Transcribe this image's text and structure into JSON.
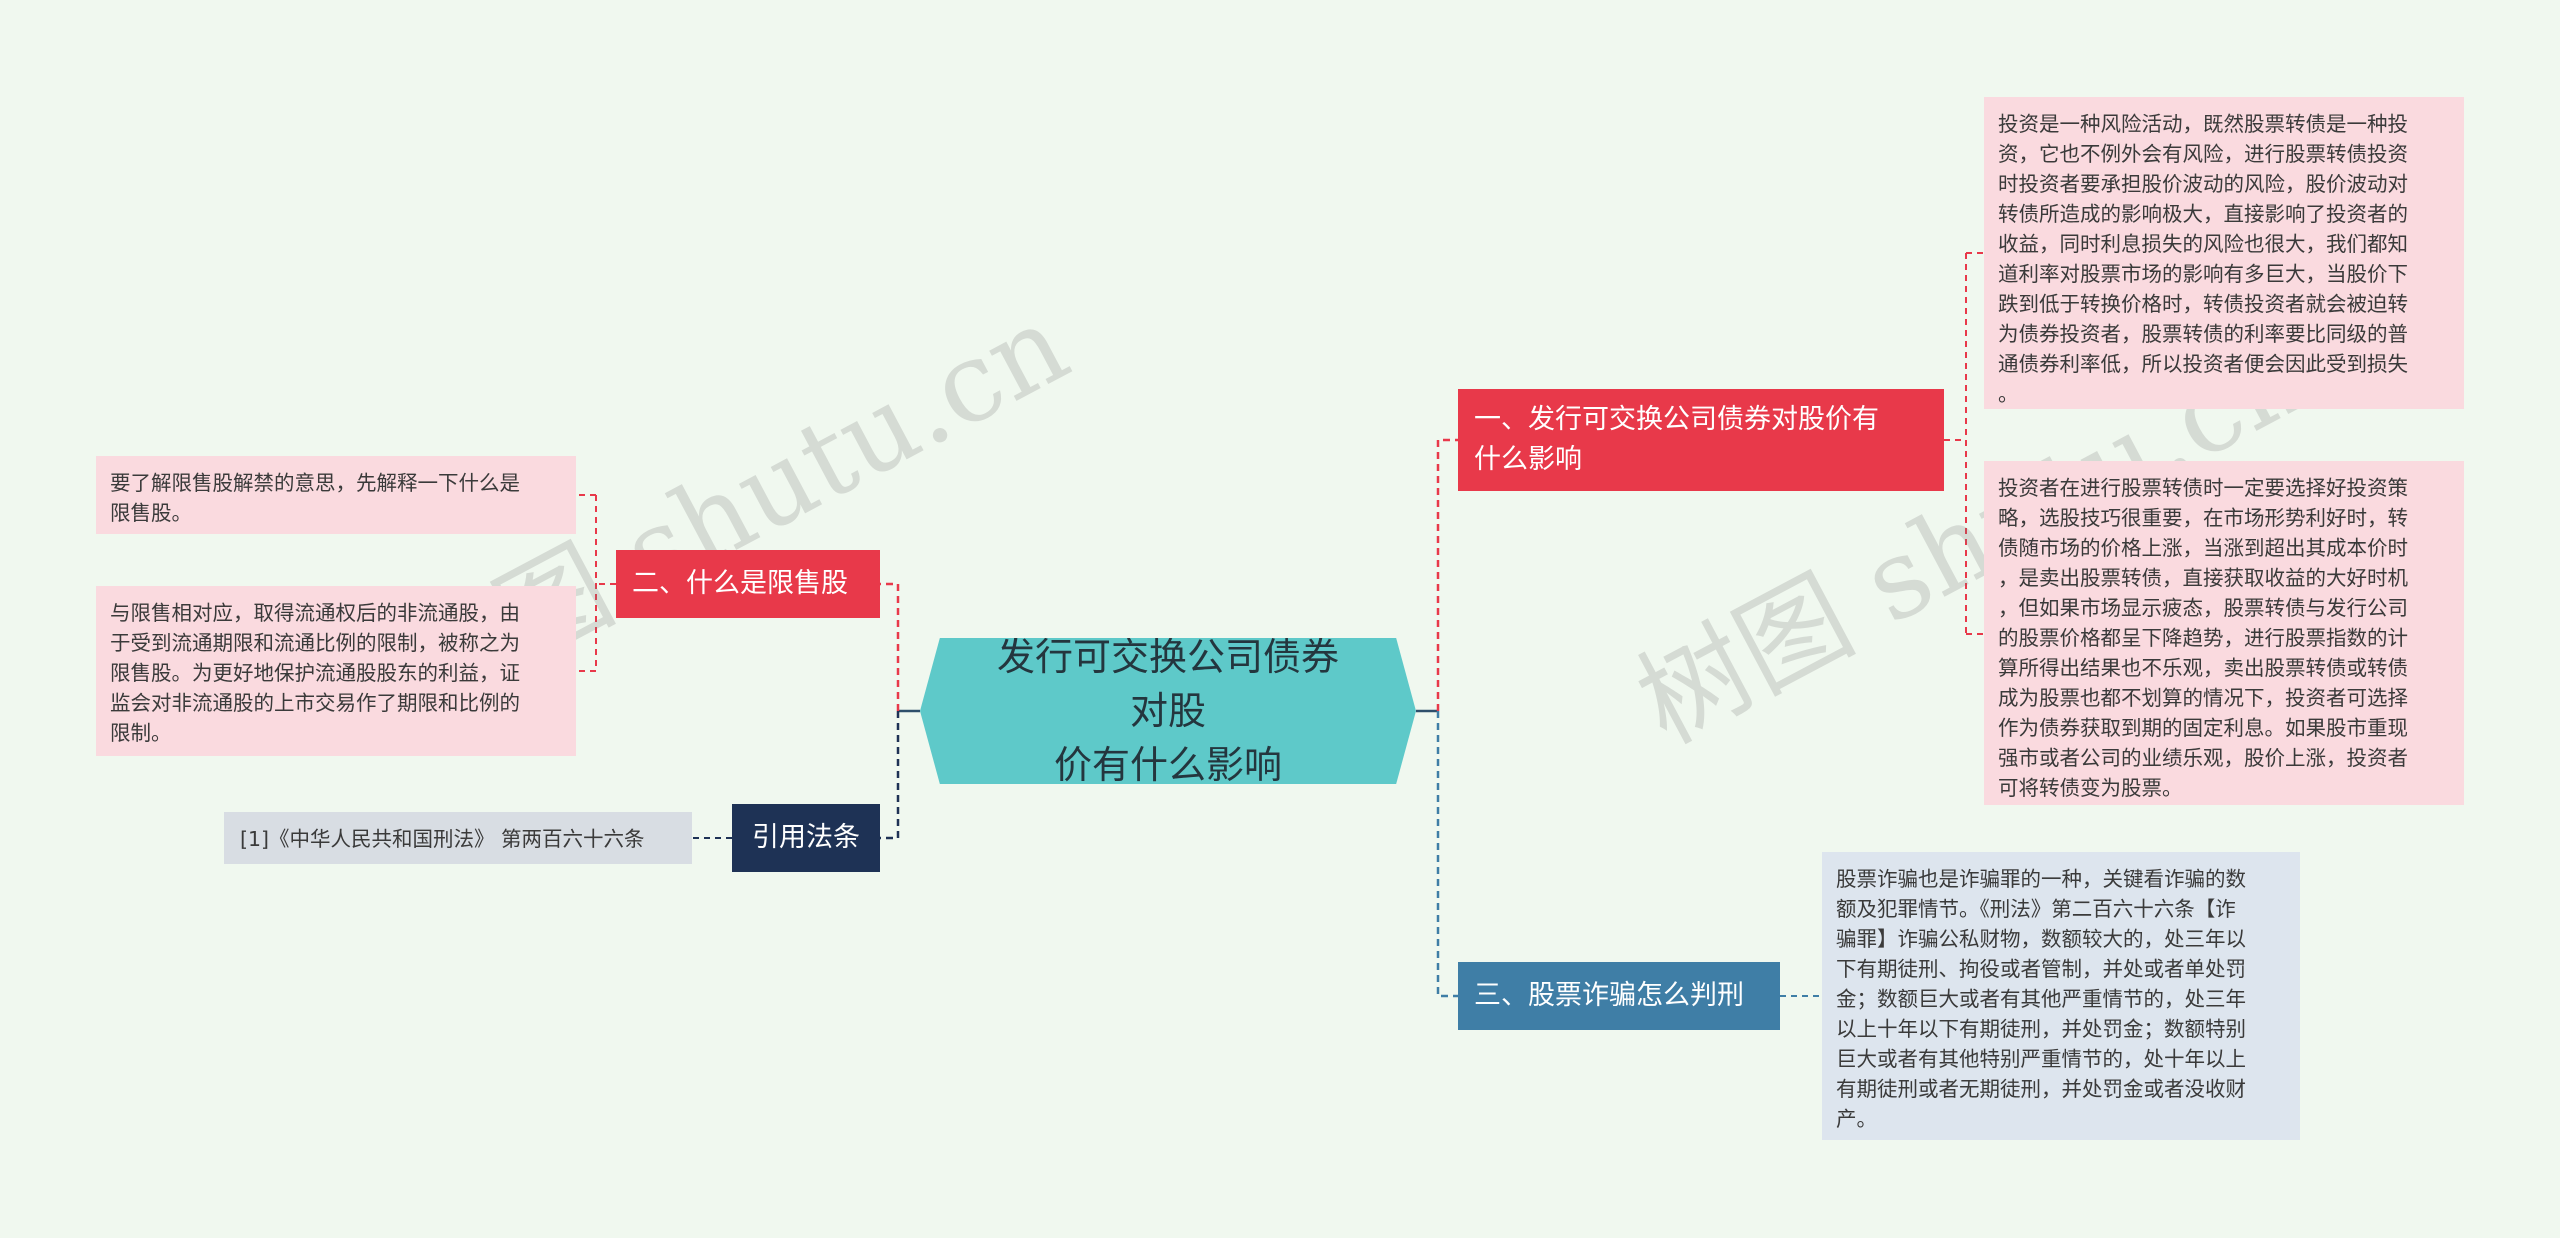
{
  "root": {
    "line1": "发行可交换公司债券对股",
    "line2": "价有什么影响"
  },
  "branches": {
    "b1": {
      "label_line1": "一、发行可交换公司债券对股价有",
      "label_line2": "什么影响",
      "leaves": [
        {
          "lines": [
            "投资是一种风险活动，既然股票转债是一种投",
            "资，它也不例外会有风险，进行股票转债投资",
            "时投资者要承担股价波动的风险，股价波动对",
            "转债所造成的影响极大，直接影响了投资者的",
            "收益，同时利息损失的风险也很大，我们都知",
            "道利率对股票市场的影响有多巨大，当股价下",
            "跌到低于转换价格时，转债投资者就会被迫转",
            "为债券投资者，股票转债的利率要比同级的普",
            "通债券利率低，所以投资者便会因此受到损失",
            "。"
          ]
        },
        {
          "lines": [
            "投资者在进行股票转债时一定要选择好投资策",
            "略，选股技巧很重要，在市场形势利好时，转",
            "债随市场的价格上涨，当涨到超出其成本价时",
            "，是卖出股票转债，直接获取收益的大好时机",
            "，但如果市场显示疲态，股票转债与发行公司",
            "的股票价格都呈下降趋势，进行股票指数的计",
            "算所得出结果也不乐观，卖出股票转债或转债",
            "成为股票也都不划算的情况下，投资者可选择",
            "作为债券获取到期的固定利息。如果股市重现",
            "强市或者公司的业绩乐观，股价上涨，投资者",
            "可将转债变为股票。"
          ]
        }
      ]
    },
    "b2": {
      "label": "二、什么是限售股",
      "leaves": [
        {
          "lines": [
            "要了解限售股解禁的意思，先解释一下什么是",
            "限售股。"
          ]
        },
        {
          "lines": [
            "与限售相对应，取得流通权后的非流通股，由",
            "于受到流通期限和流通比例的限制，被称之为",
            "限售股。为更好地保护流通股股东的利益，证",
            "监会对非流通股的上市交易作了期限和比例的",
            "限制。"
          ]
        }
      ]
    },
    "b3": {
      "label": "三、股票诈骗怎么判刑",
      "leaves": [
        {
          "lines": [
            "股票诈骗也是诈骗罪的一种，关键看诈骗的数",
            "额及犯罪情节。《刑法》第二百六十六条【诈",
            "骗罪】诈骗公私财物，数额较大的，处三年以",
            "下有期徒刑、拘役或者管制，并处或者单处罚",
            "金；数额巨大或者有其他严重情节的，处三年",
            "以上十年以下有期徒刑，并处罚金；数额特别",
            "巨大或者有其他特别严重情节的，处十年以上",
            "有期徒刑或者无期徒刑，并处罚金或者没收财",
            "产。"
          ]
        }
      ]
    },
    "b4": {
      "label": "引用法条",
      "leaves": [
        {
          "lines": [
            "[1]《中华人民共和国刑法》 第两百六十六条"
          ]
        }
      ]
    }
  },
  "watermarks": [
    "树图 shutu.cn",
    "树图 shutu.cn"
  ],
  "colors": {
    "background": "#f0f8ef",
    "root": "#5ec9c9",
    "branch_red": "#e8394a",
    "branch_blue": "#3f7ea6",
    "branch_navy": "#1e3255",
    "leaf_pink": "#fadadf",
    "leaf_blue": "#dde5ee",
    "leaf_gray": "#d8dde3"
  }
}
